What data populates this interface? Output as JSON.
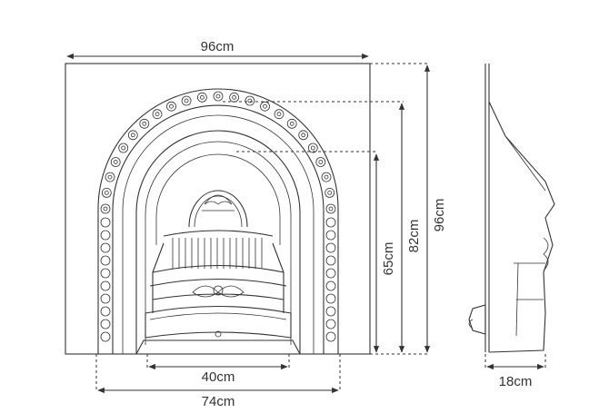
{
  "dimensions": {
    "overall_width": "96cm",
    "opening_width": "40cm",
    "insert_width": "74cm",
    "opening_height": "65cm",
    "arch_height": "82cm",
    "overall_height": "96cm",
    "depth": "18cm"
  },
  "colors": {
    "line": "#333333",
    "background": "#ffffff"
  }
}
